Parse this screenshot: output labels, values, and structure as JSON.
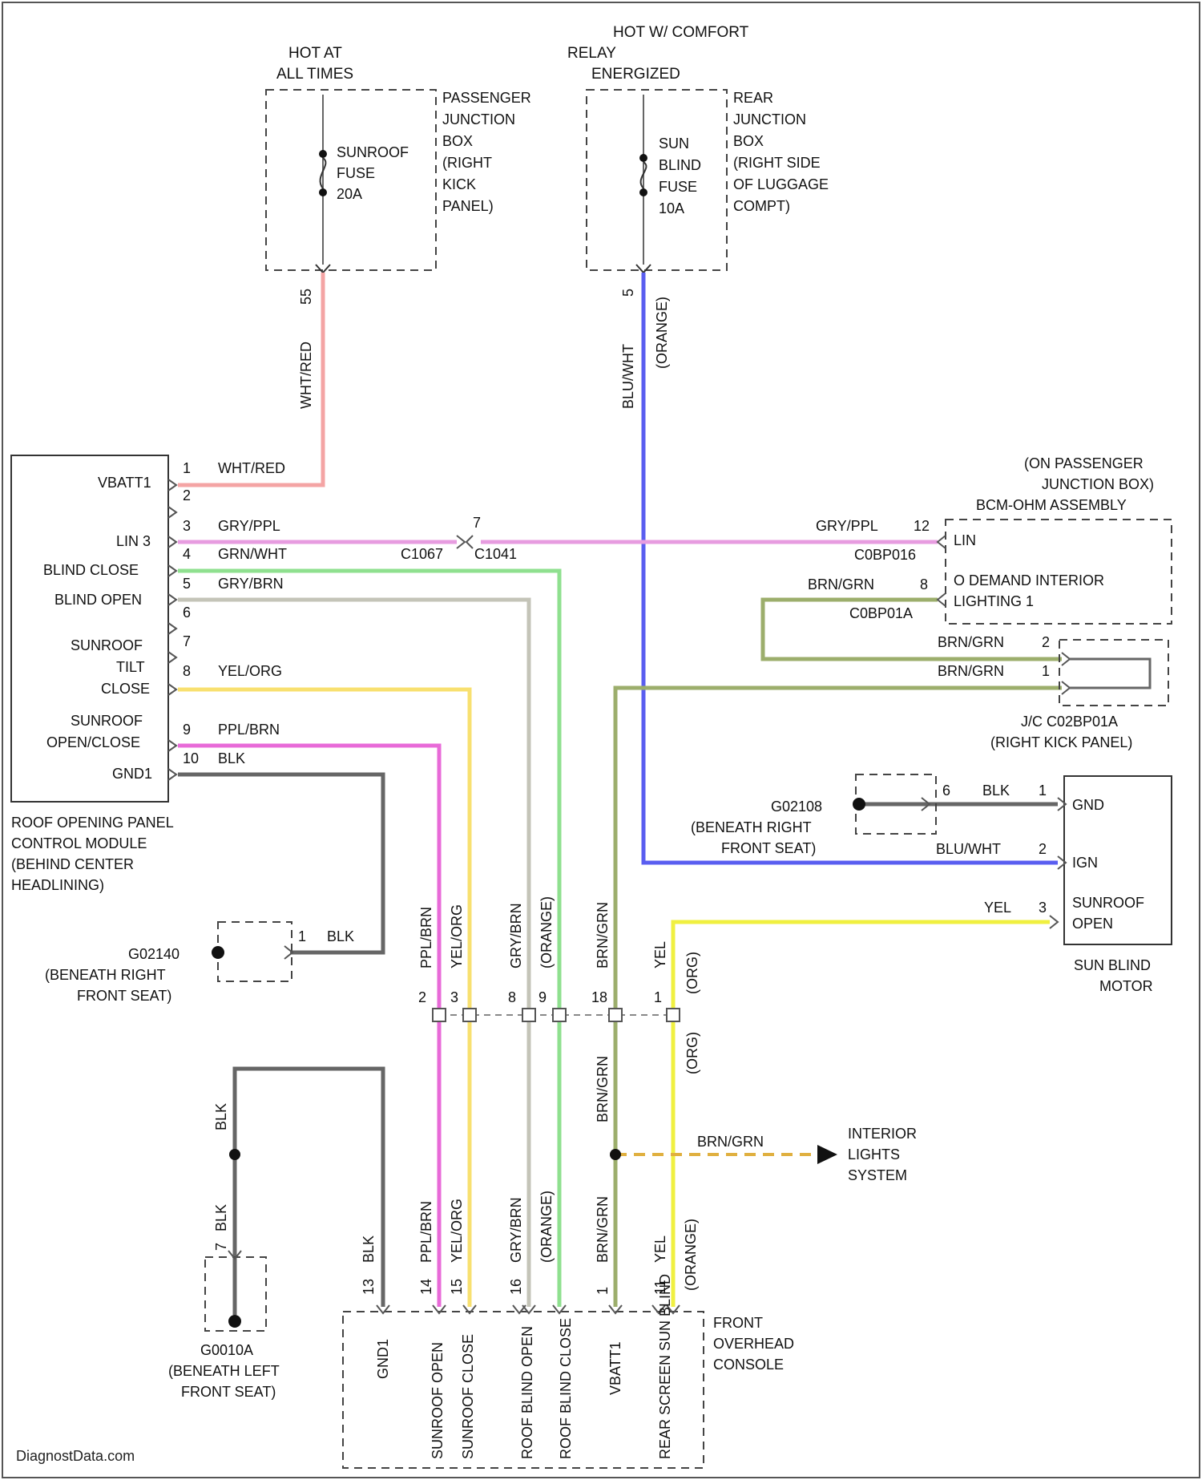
{
  "colors": {
    "wht_red": "#f4a4a4",
    "blu_wht": "#5a5ef0",
    "gry_ppl": "#e79ce0",
    "grn_wht": "#8fe08f",
    "gry_brn": "#c4c4b8",
    "yel_org": "#f8e070",
    "ppl_brn": "#e86ad8",
    "blk": "#666666",
    "brn_grn": "#9cae6c",
    "yel": "#f0f040"
  },
  "fuse1": {
    "hot": [
      "HOT AT",
      "ALL TIMES"
    ],
    "fuse": [
      "SUNROOF",
      "FUSE",
      "20A"
    ],
    "box": [
      "PASSENGER",
      "JUNCTION",
      "BOX",
      "(RIGHT",
      "KICK",
      "PANEL)"
    ],
    "pin": "55",
    "wire": "WHT/RED"
  },
  "fuse2": {
    "hot": [
      "HOT W/ COMFORT",
      "RELAY",
      "ENERGIZED"
    ],
    "fuse": [
      "SUN",
      "BLIND",
      "FUSE",
      "10A"
    ],
    "box": [
      "REAR",
      "JUNCTION",
      "BOX",
      "(RIGHT SIDE",
      "OF LUGGAGE",
      "COMPT)"
    ],
    "pin": "5",
    "wire": "BLU/WHT",
    "wire2": "(ORANGE)"
  },
  "module": {
    "pins": [
      "VBATT1",
      "LIN 3",
      "BLIND CLOSE",
      "BLIND OPEN",
      "SUNROOF",
      "TILT",
      "CLOSE",
      "SUNROOF",
      "OPEN/CLOSE",
      "GND1"
    ],
    "pin_nums": [
      "1",
      "2",
      "3",
      "4",
      "5",
      "6",
      "7",
      "8",
      "9",
      "10"
    ],
    "wires": [
      "WHT/RED",
      "GRY/PPL",
      "GRN/WHT",
      "GRY/BRN",
      "YEL/ORG",
      "PPL/BRN",
      "BLK"
    ],
    "label": [
      "ROOF OPENING PANEL",
      "CONTROL MODULE",
      "(BEHIND CENTER",
      "HEADLINING)"
    ]
  },
  "splice": {
    "num": "7",
    "left": "C1067",
    "right": "C1041"
  },
  "bcm": {
    "top": [
      "(ON PASSENGER",
      "JUNCTION BOX)",
      "BCM-OHM ASSEMBLY"
    ],
    "wire": "GRY/PPL",
    "pin": "12",
    "conn": "C0BP016",
    "lin": "LIN",
    "wire2": "BRN/GRN",
    "pin2": "8",
    "conn2": "C0BP01A",
    "line2": [
      "O DEMAND INTERIOR",
      "LIGHTING 1"
    ]
  },
  "jc": {
    "wire_a": "BRN/GRN",
    "pin_a": "2",
    "wire_b": "BRN/GRN",
    "pin_b": "1",
    "label": [
      "J/C C02BP01A",
      "(RIGHT KICK PANEL)"
    ]
  },
  "motor": {
    "ground": "G02108",
    "ground_loc": [
      "(BENEATH RIGHT",
      "FRONT SEAT)"
    ],
    "gnd_pin": "6",
    "gnd_wire": "BLK",
    "gnd_pin2": "1",
    "ign_wire": "BLU/WHT",
    "ign_pin": "2",
    "yel_wire": "YEL",
    "yel_pin": "3",
    "pins": [
      "GND",
      "IGN",
      "SUNROOF",
      "OPEN"
    ],
    "label": [
      "SUN BLIND",
      "MOTOR"
    ]
  },
  "g2": {
    "name": "G02140",
    "loc": [
      "(BENEATH RIGHT",
      "FRONT SEAT)"
    ],
    "pin": "1",
    "wire": "BLK"
  },
  "g3": {
    "name": "G0010A",
    "loc": [
      "(BENEATH LEFT",
      "FRONT SEAT)"
    ],
    "pin": "7",
    "wire": "BLK",
    "wire2": "BLK"
  },
  "mid_vert": [
    "PPL/BRN",
    "YEL/ORG",
    "GRY/BRN",
    "(ORANGE)",
    "BRN/GRN",
    "YEL",
    "(ORG)",
    "(ORG)"
  ],
  "mid_pins": [
    "2",
    "3",
    "8",
    "9",
    "18",
    "1"
  ],
  "lower_vert": [
    "BLK",
    "PPL/BRN",
    "YEL/ORG",
    "GRY/BRN",
    "(ORANGE)",
    "BRN/GRN",
    "BRN/GRN",
    "YEL",
    "(ORANGE)"
  ],
  "lower_pins": [
    "13",
    "14",
    "15",
    "16",
    "1",
    "11"
  ],
  "interior": {
    "wire": "BRN/GRN",
    "label": [
      "INTERIOR",
      "LIGHTS",
      "SYSTEM"
    ]
  },
  "console": {
    "pins": [
      "GND1",
      "SUNROOF OPEN",
      "SUNROOF CLOSE",
      "ROOF BLIND OPEN",
      "ROOF BLIND CLOSE",
      "VBATT1",
      "REAR SCREEN SUN BLIND"
    ],
    "label": [
      "FRONT",
      "OVERHEAD",
      "CONSOLE"
    ]
  },
  "watermark": "DiagnostData.com"
}
